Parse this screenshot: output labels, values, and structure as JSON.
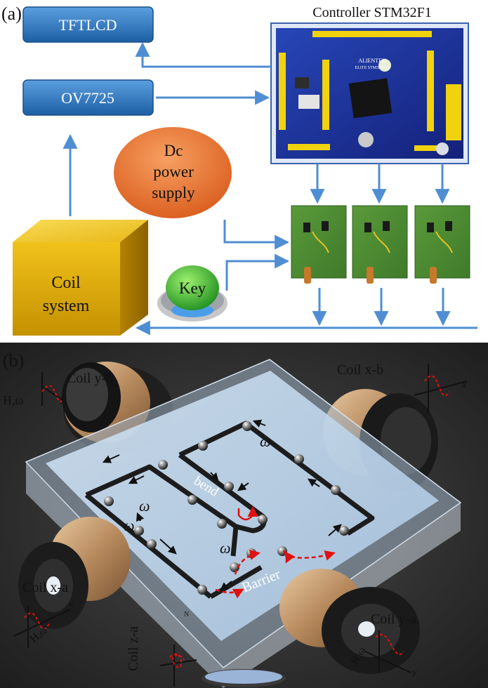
{
  "panel_a": {
    "label": "(a)",
    "controller_title": "Controller STM32F1",
    "tftlcd": "TFTLCD",
    "ov7725": "OV7725",
    "power_line1": "Dc",
    "power_line2": "power",
    "power_line3": "supply",
    "key": "Key",
    "coil_line1": "Coil",
    "coil_line2": "system",
    "board_brand": "ALIENTEK",
    "board_model": "ELITE STM32F103"
  },
  "panel_b": {
    "label": "(b)",
    "coil_yb": "Coil y-b",
    "coil_xb": "Coil x-b",
    "coil_xa": "Coil x-a",
    "coil_ya": "Coil y-a",
    "coil_za": "Coil z-a",
    "omega": "ω",
    "bend": "bend",
    "barrier": "Barrier",
    "field_label": "H,ω",
    "axis_x": "x",
    "axis_y": "y",
    "axis_z_marker": "N",
    "colors": {
      "background": "#2d2d2d",
      "channel_plate": "#b9d3ec",
      "channel": "#1c1c1c",
      "arrow_accent": "#e01010"
    }
  },
  "colors": {
    "module_blue": "#2f78bd",
    "flow_blue": "#4f8ed3",
    "power_orange": "#e8742e",
    "coil_gold": "#e0b000",
    "key_green": "#3fbf3f"
  }
}
